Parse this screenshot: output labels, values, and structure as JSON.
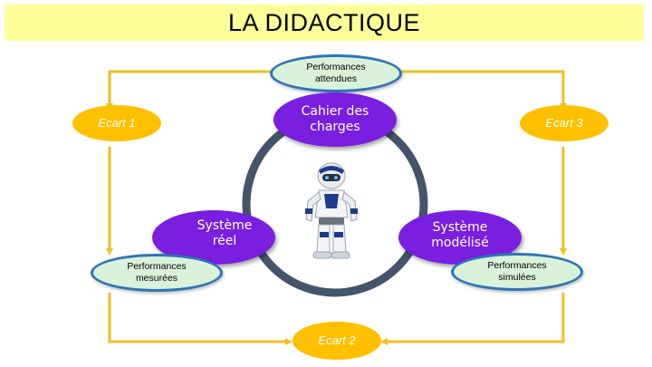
{
  "title": "LA DIDACTIQUE",
  "nodes": {
    "performances_attendues": "Performances attendues",
    "cahier_des_charges": "Cahier des charges",
    "systeme_reel": "Système réel",
    "systeme_modelise": "Système modélisé",
    "performances_mesurees": "Performances mesurées",
    "performances_simulees": "Performances simulées",
    "ecart_1": "Ecart 1",
    "ecart_2": "Ecart 2",
    "ecart_3": "Ecart 3"
  },
  "colors": {
    "title_background": "#ffff99",
    "connector": "#f0c020",
    "cycle_ring": "#44546a",
    "purple_node": "#7a1ee0",
    "performance_node_fill": "#d9f2d9",
    "performance_node_border": "#2e75b6",
    "ecart_node": "#ffc000"
  },
  "center_image": "robot-icon"
}
